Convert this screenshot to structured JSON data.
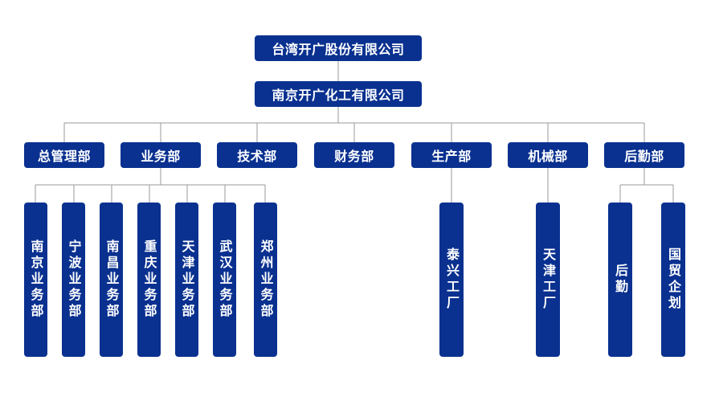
{
  "nodes": {
    "root": "台湾开广股份有限公司",
    "company": "南京开广化工有限公司",
    "departments": [
      "总管理部",
      "业务部",
      "技术部",
      "财务部",
      "生产部",
      "机械部",
      "后勤部"
    ],
    "business_offices": [
      "南京业务部",
      "宁波业务部",
      "南昌业务部",
      "重庆业务部",
      "天津业务部",
      "武汉业务部",
      "郑州业务部"
    ],
    "factories": [
      "泰兴工厂",
      "天津工厂"
    ],
    "logistics": [
      "后勤",
      "国贸企划"
    ]
  },
  "colors": {
    "node_fill": "#0a3190",
    "line": "#9a9a9a"
  }
}
